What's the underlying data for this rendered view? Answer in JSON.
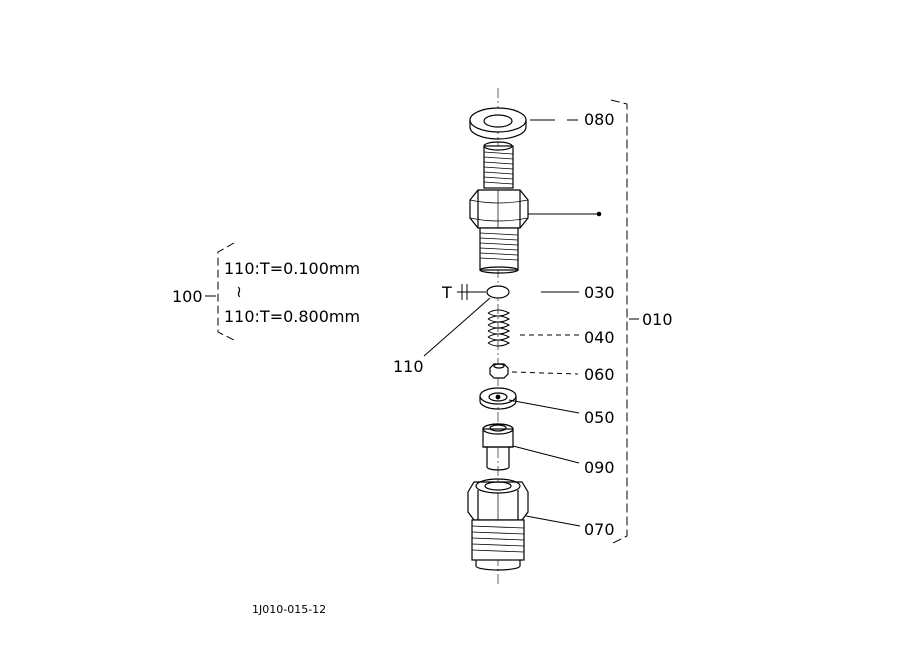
{
  "part_labels": {
    "p080": "080",
    "p030": "030",
    "p040": "040",
    "p060": "060",
    "p050": "050",
    "p090": "090",
    "p070": "070",
    "p010": "010",
    "p110": "110",
    "p100": "100"
  },
  "thickness_symbol": "T",
  "shim_notes": {
    "first": "110:T=0.100mm",
    "range_symbol": "≀",
    "last": "110:T=0.800mm"
  },
  "figure_code": "1J010-015-12"
}
